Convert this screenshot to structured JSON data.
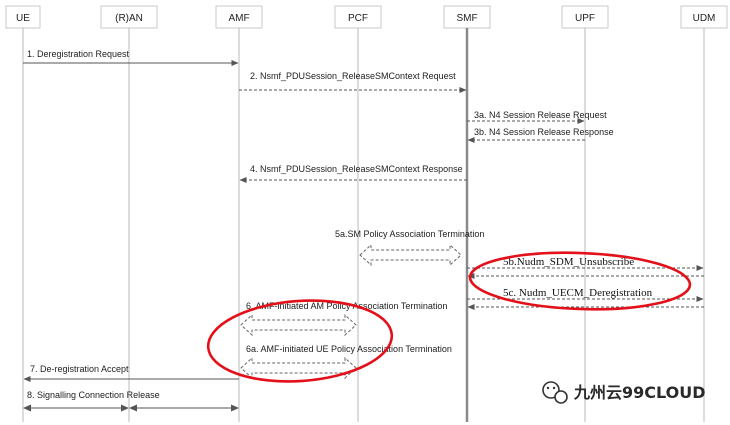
{
  "nodes": [
    "UE",
    "(R)AN",
    "AMF",
    "PCF",
    "SMF",
    "UPF",
    "UDM"
  ],
  "messages": {
    "m1": "1. Deregistration Request",
    "m2": "2. Nsmf_PDUSession_ReleaseSMContext  Request",
    "m3a": "3a. N4 Session Release Request",
    "m3b": "3b. N4 Session Release Response",
    "m4": "4. Nsmf_PDUSession_ReleaseSMContext Response",
    "m5a": "5a.SM Policy Association Termination",
    "m5b": "5b.Nudm_SDM_Unsubscribe",
    "m5c": "5c. Nudm_UECM_Deregistration",
    "m6": "6. AMF-initiated AM Policy Association Termination",
    "m6a": "6a. AMF-initiated UE Policy Association Termination",
    "m7": "7. De-registration Accept",
    "m8": "8. Signalling Connection Release"
  },
  "watermark": {
    "text": "九州云99CLOUD",
    "icon": "wechat-icon"
  },
  "colors": {
    "highlight": "#e3101a",
    "line": "#555555"
  }
}
